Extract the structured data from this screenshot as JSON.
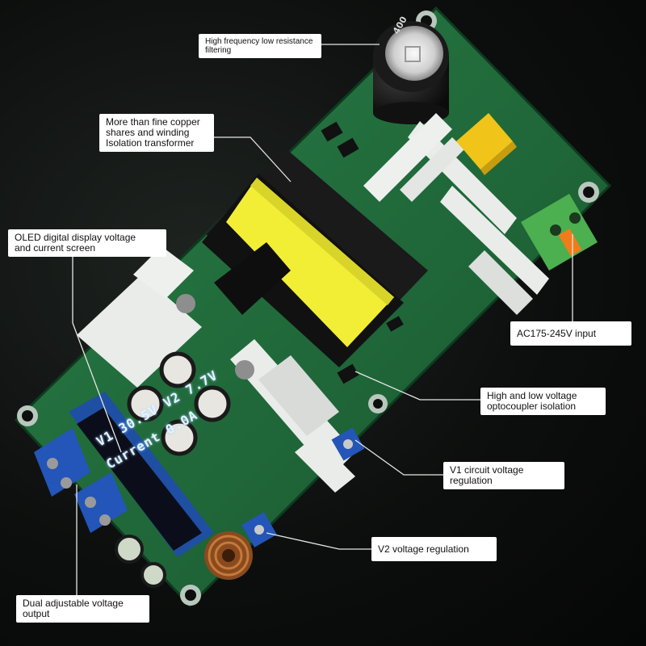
{
  "annotations": [
    {
      "id": "filter-cap",
      "lines": [
        "High frequency low resistance",
        "filtering"
      ]
    },
    {
      "id": "transformer",
      "lines": [
        "More than fine copper",
        "shares and winding",
        "Isolation transformer"
      ]
    },
    {
      "id": "oled",
      "lines": [
        "OLED digital display voltage",
        "and current screen"
      ]
    },
    {
      "id": "ac-input",
      "lines": [
        "AC175-245V input"
      ]
    },
    {
      "id": "optocoupler",
      "lines": [
        "High and low voltage",
        "optocoupler isolation"
      ]
    },
    {
      "id": "v1-regulation",
      "lines": [
        "V1 circuit voltage",
        "regulation"
      ]
    },
    {
      "id": "v2-regulation",
      "lines": [
        "V2 voltage regulation"
      ]
    },
    {
      "id": "dual-output",
      "lines": [
        "Dual adjustable voltage",
        "output"
      ]
    }
  ],
  "oled_display": {
    "line1": "V1 30.5V V2 7.7V",
    "line2": "Current  0.0A"
  },
  "capacitor_marking": "400",
  "colors": {
    "pcb": "#1f6b3a",
    "heatsink": "#e9ece9",
    "transformer_core": "#1a1a1a",
    "transformer_tape": "#f2ee35",
    "terminal_blue": "#2455b8",
    "terminal_green": "#4caf50",
    "oled_screen": "#0b0e1a",
    "label_bg": "#ffffff"
  }
}
